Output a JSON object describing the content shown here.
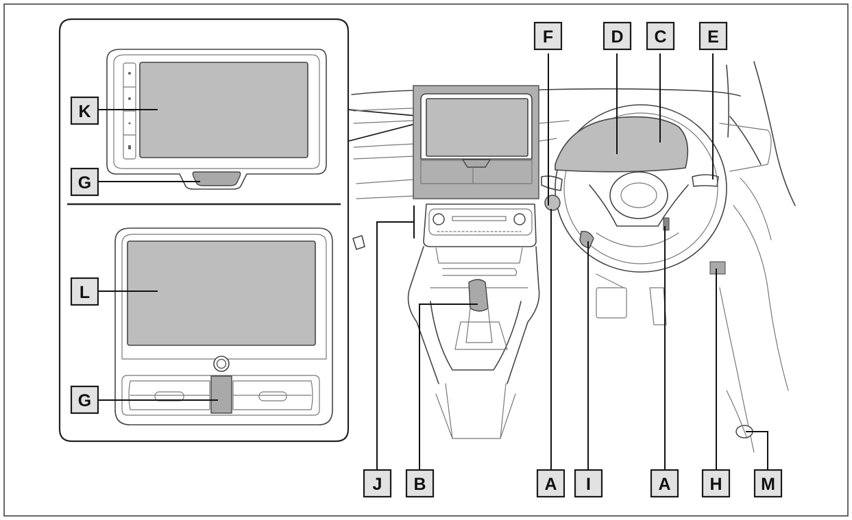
{
  "diagram": {
    "callouts": [
      {
        "id": "F",
        "label": "F"
      },
      {
        "id": "D",
        "label": "D"
      },
      {
        "id": "C",
        "label": "C"
      },
      {
        "id": "E",
        "label": "E"
      },
      {
        "id": "K",
        "label": "K"
      },
      {
        "id": "G1",
        "label": "G"
      },
      {
        "id": "L",
        "label": "L"
      },
      {
        "id": "G2",
        "label": "G"
      },
      {
        "id": "J",
        "label": "J"
      },
      {
        "id": "B",
        "label": "B"
      },
      {
        "id": "A1",
        "label": "A"
      },
      {
        "id": "I",
        "label": "I"
      },
      {
        "id": "A2",
        "label": "A"
      },
      {
        "id": "H",
        "label": "H"
      },
      {
        "id": "M",
        "label": "M"
      }
    ]
  }
}
